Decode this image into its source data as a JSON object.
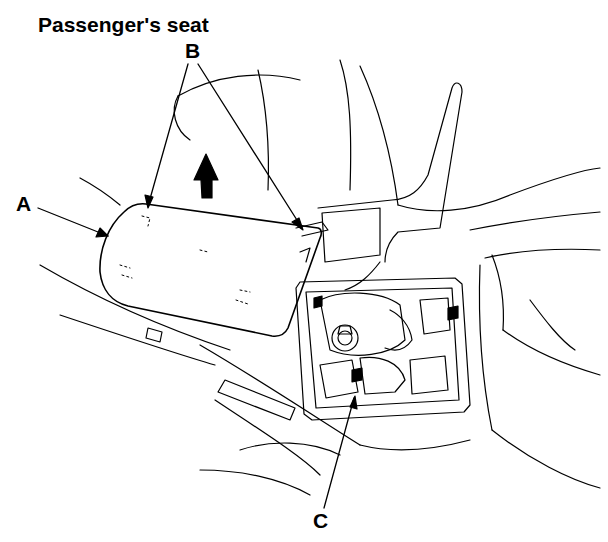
{
  "diagram": {
    "title": "Passenger's seat",
    "labels": [
      "B",
      "A",
      "C"
    ]
  }
}
